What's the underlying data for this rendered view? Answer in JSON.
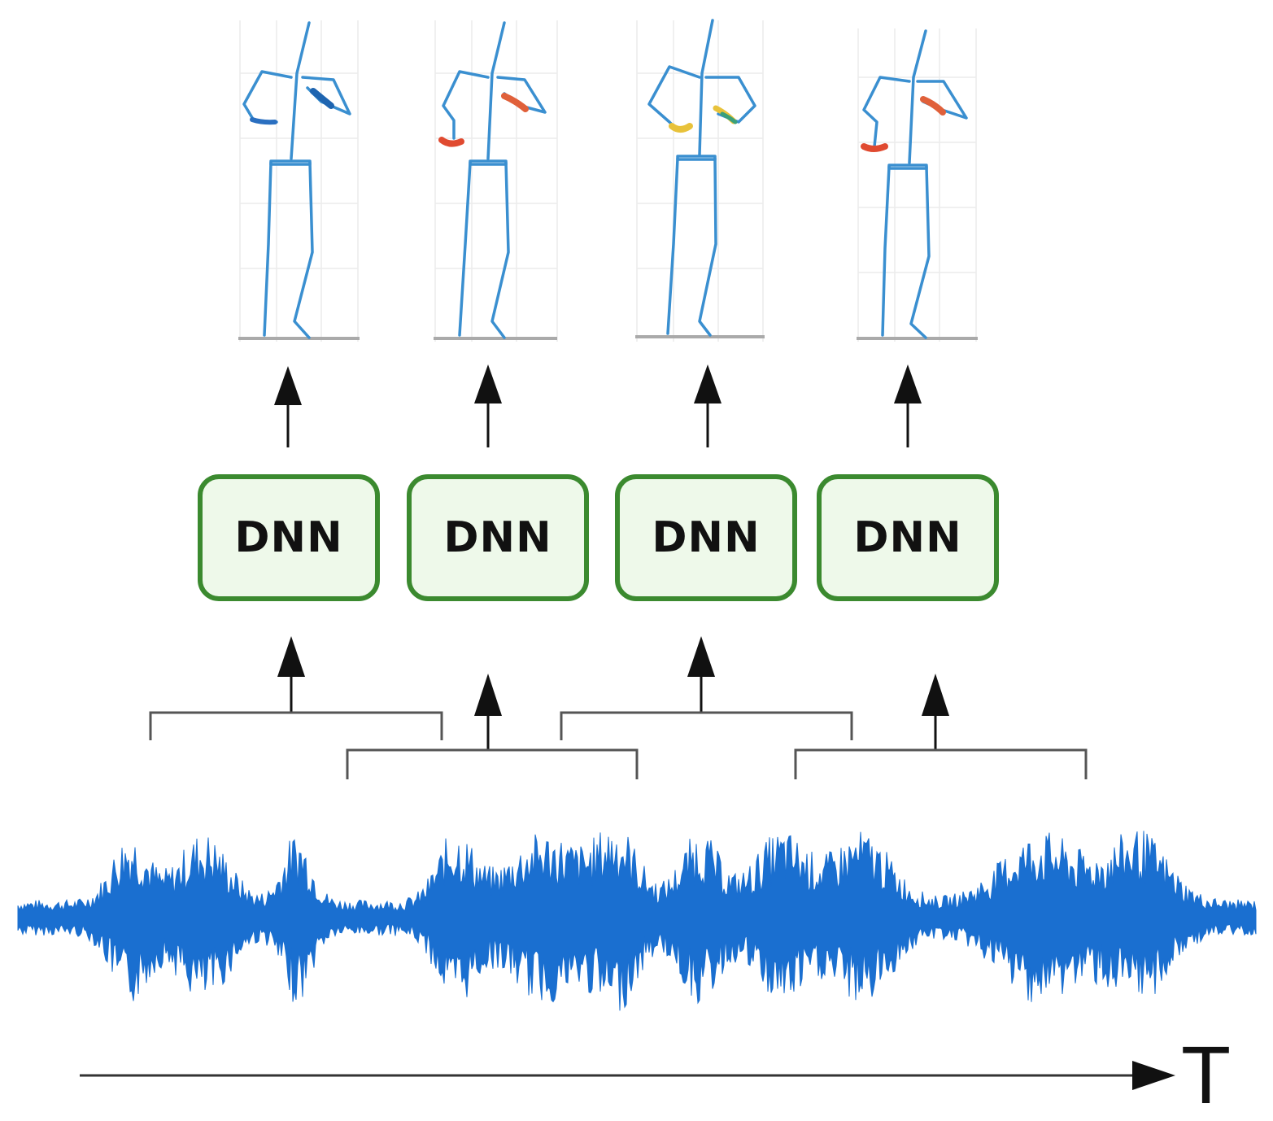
{
  "figure": {
    "blocks": [
      {
        "label": "DNN"
      },
      {
        "label": "DNN"
      },
      {
        "label": "DNN"
      },
      {
        "label": "DNN"
      }
    ],
    "time_axis_label": "T",
    "colors": {
      "block_border": "#3b8a2f",
      "block_fill": "#eef9ea",
      "waveform": "#1a6fd0",
      "skeleton": "#3a8fd0",
      "arrow": "#111111",
      "bracket": "#555555"
    },
    "icons": [
      "stick-figure-icon",
      "waveform-icon",
      "arrow-up-icon"
    ]
  }
}
